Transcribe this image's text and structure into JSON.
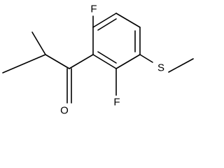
{
  "molecule": {
    "atoms": {
      "f_top": "F",
      "f_bottom": "F",
      "s": "S",
      "o": "O"
    },
    "colors": {
      "bond": "#000000",
      "label": "#000000",
      "background": "#ffffff"
    }
  }
}
